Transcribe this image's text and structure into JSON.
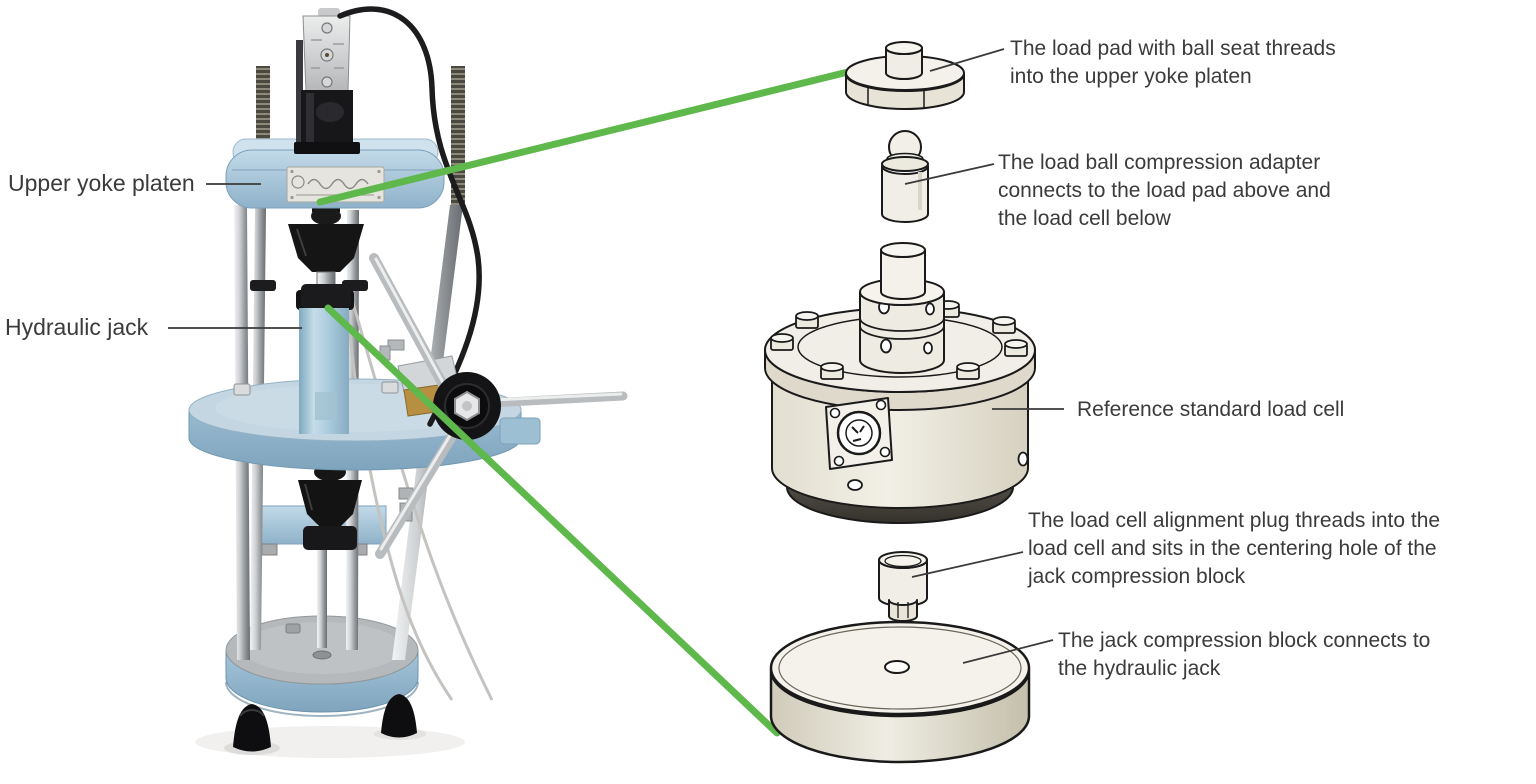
{
  "figure": {
    "type": "annotated-equipment-diagram",
    "left_side": "photo of hydraulic jack calibration stand",
    "right_side": "exploded CAD view of load train components"
  },
  "labels": {
    "upper_yoke_platen": "Upper yoke platen",
    "hydraulic_jack": "Hydraulic jack",
    "load_pad": {
      "lines": [
        "The load pad with ball seat threads",
        "into the upper yoke platen"
      ]
    },
    "compression_adapter": {
      "lines": [
        "The load ball compression adapter",
        "connects to the load pad above and",
        "the load cell below"
      ]
    },
    "load_cell": {
      "lines": [
        "Reference standard load cell"
      ]
    },
    "alignment_plug": {
      "lines": [
        "The load cell alignment plug threads into the",
        "load cell and sits in the centering hole of the",
        "jack compression block"
      ]
    },
    "compression_block": {
      "lines": [
        "The jack compression block connects to",
        "the hydraulic jack"
      ]
    }
  },
  "colors": {
    "callout_green": "#5fb84b",
    "label_text": "#3b3b3b",
    "platen_blue": "#a7c6db",
    "jack_blue": "#a9cbdc",
    "cad_fill": "#f2f0e8",
    "leader_line": "#3a3a3a"
  }
}
